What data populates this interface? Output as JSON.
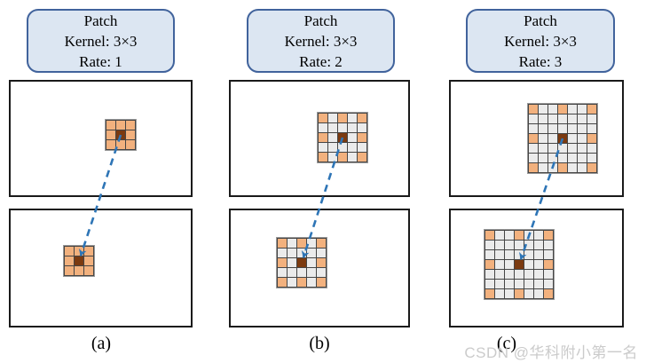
{
  "figure": {
    "description_labels": [
      "(a)",
      "(b)",
      "(c)"
    ]
  },
  "columns": [
    {
      "id": "a",
      "badge_lines": [
        "Patch",
        "Kernel: 3×3",
        "Rate: 1"
      ],
      "kernel": "3×3",
      "rate": 1,
      "grid_size": 3,
      "label": "(a)"
    },
    {
      "id": "b",
      "badge_lines": [
        "Patch",
        "Kernel: 3×3",
        "Rate: 2"
      ],
      "kernel": "3×3",
      "rate": 2,
      "grid_size": 5,
      "label": "(b)"
    },
    {
      "id": "c",
      "badge_lines": [
        "Patch",
        "Kernel: 3×3",
        "Rate: 3"
      ],
      "kernel": "3×3",
      "rate": 3,
      "grid_size": 7,
      "label": "(c)"
    }
  ],
  "colors": {
    "patch_cell": "#F2B17E",
    "center_cell": "#7B3A10",
    "empty_cell": "#EBEBEB",
    "grid_line": "#454545",
    "arrow": "#2E75B6",
    "badge_fill": "#DCE6F2",
    "badge_border": "#41639C",
    "panel_border": "#1A1A1A"
  },
  "watermark": "CSDN @华科附小第一名"
}
